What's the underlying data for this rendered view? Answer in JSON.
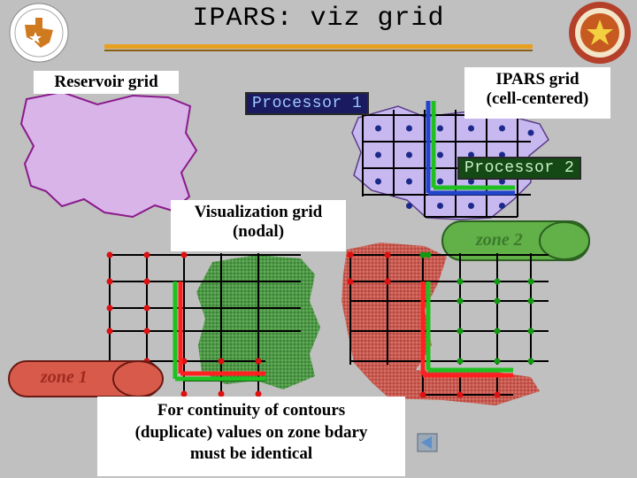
{
  "title": "IPARS: viz grid",
  "labels": {
    "reservoir_grid": "Reservoir grid",
    "ipars_grid_line1": "IPARS grid",
    "ipars_grid_line2": "(cell-centered)",
    "processor_1": "Processor 1",
    "processor_2": "Processor 2",
    "viz_grid_line1": "Visualization grid",
    "viz_grid_line2": "(nodal)",
    "zone_1": "zone 1",
    "zone_2": "zone 2",
    "note_line1": "For continuity of contours",
    "note_line2": "(duplicate) values on zone bdary",
    "note_line3": "must be identical"
  },
  "icons": {
    "left_logo": "texas-state-seal-icon",
    "right_logo": "university-seal-icon",
    "nav": "previous-slide-arrow-icon"
  },
  "colors": {
    "background": "#c0c0c0",
    "title_rule": "#e8a020",
    "reservoir": "#d8b4e8",
    "reservoir_border": "#8b1a8b",
    "ipars_fill": "#c8b8f0",
    "processor_1_fill": "#1a1a60",
    "processor_1_text": "#a0c8ff",
    "processor_2_fill": "#144814",
    "processor_2_text": "#c8f0c8",
    "zone_1_fill": "#d85a4a",
    "zone_2_fill": "#62b048",
    "grid_dot_red": "#dd1111",
    "grid_dot_green": "#119911",
    "boundary_red": "#ff2020",
    "boundary_green": "#20c020",
    "boundary_blue": "#2244cc"
  }
}
